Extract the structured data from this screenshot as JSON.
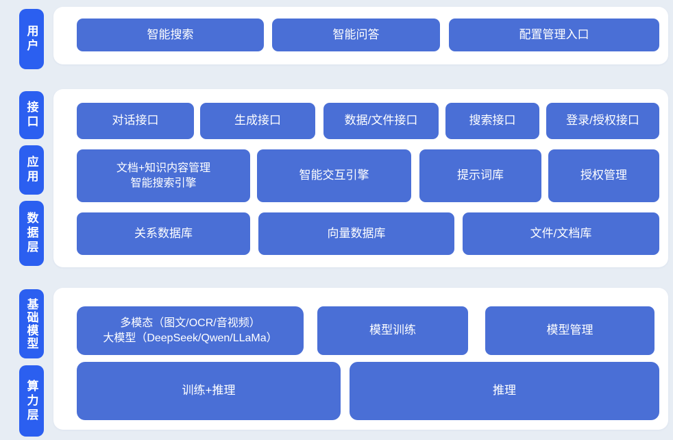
{
  "colors": {
    "page_bg": "#e7edf4",
    "panel_bg": "#ffffff",
    "pill_blue": "#2b5ff0",
    "node_blue": "#4a6fd6",
    "text_white": "#ffffff"
  },
  "pills": {
    "user": "用户",
    "interface": "接口",
    "application": "应用",
    "data_layer": "数据层",
    "base_model": "基础模型",
    "compute_layer": "算力层"
  },
  "top": {
    "buttons": [
      "智能搜索",
      "智能问答",
      "配置管理入口"
    ]
  },
  "middle": {
    "row1": [
      "对话接口",
      "生成接口",
      "数据/文件接口",
      "搜索接口",
      "登录/授权接口"
    ],
    "row2_multiline": {
      "line1": "文档+知识内容管理",
      "line2": "智能搜索引擎"
    },
    "row2": [
      "智能交互引擎",
      "提示词库",
      "授权管理"
    ],
    "row3": [
      "关系数据库",
      "向量数据库",
      "文件/文档库"
    ]
  },
  "bottom": {
    "row1_multiline": {
      "line1": "多模态（图文/OCR/音视频）",
      "line2": "大模型（DeepSeek/Qwen/LLaMa）"
    },
    "row1": [
      "模型训练",
      "模型管理"
    ],
    "row2": [
      "训练+推理",
      "推理"
    ]
  }
}
